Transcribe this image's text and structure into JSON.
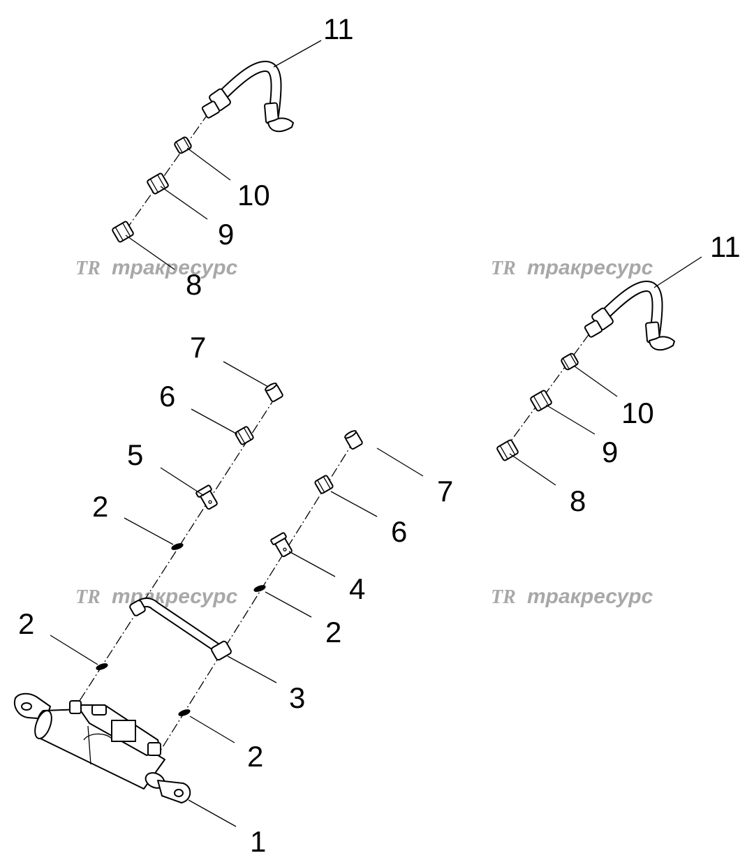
{
  "callouts": {
    "c11_top": "11",
    "c10_top": "10",
    "c9_top": "9",
    "c8_top": "8",
    "c11_right": "11",
    "c10_right": "10",
    "c9_right": "9",
    "c8_right": "8",
    "c7_left": "7",
    "c6_left": "6",
    "c5": "5",
    "c2_a": "2",
    "c2_b": "2",
    "c7_mid": "7",
    "c6_mid": "6",
    "c4": "4",
    "c2_c": "2",
    "c3": "3",
    "c2_d": "2",
    "c1": "1"
  },
  "watermark": {
    "logo": "TR",
    "text": "тракресурс"
  }
}
